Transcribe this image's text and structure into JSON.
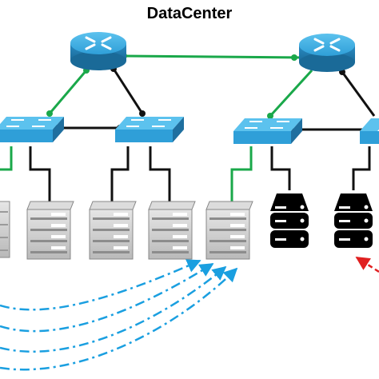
{
  "diagram": {
    "title": "DataCenter",
    "colors": {
      "background": "#ffffff",
      "device_blue": "#2f9fd8",
      "device_blue_dark": "#1f6f9f",
      "green_link": "#1aa84a",
      "black_link": "#111111",
      "server_gray": "#c9c9c9",
      "server_dark": "#000000",
      "migration_arrow": "#1a9fe0",
      "red_arrow": "#e02020"
    },
    "icons": {
      "router": "router-icon",
      "switch": "switch-icon",
      "server": "server-rack-icon",
      "dark_server": "dark-server-icon"
    },
    "routers": 2,
    "switches": 4,
    "gray_servers": 5,
    "dark_servers": 2
  }
}
